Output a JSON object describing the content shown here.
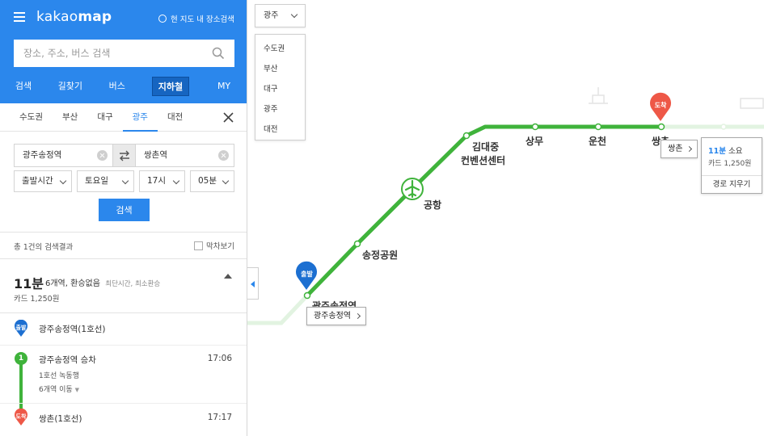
{
  "header": {
    "logo_light": "kakao",
    "logo_bold": "map",
    "current_map_search": "현 지도 내 장소검색"
  },
  "search": {
    "placeholder": "장소, 주소, 버스 검색"
  },
  "main_tabs": [
    "검색",
    "길찾기",
    "버스",
    "지하철",
    "MY"
  ],
  "region_tabs": [
    "수도권",
    "부산",
    "대구",
    "광주",
    "대전"
  ],
  "route": {
    "origin": "광주송정역",
    "destination": "쌍촌역",
    "time_type": "출발시간",
    "day": "토요일",
    "hour": "17시",
    "minute": "05분",
    "search_button": "검색"
  },
  "results": {
    "count_text": "총 1건의 검색결과",
    "map_toggle": "막차보기",
    "duration": "11분",
    "detail": "6개역, 환승없음",
    "detail_note": "최단시간, 최소환승",
    "fare": "카드 1,250원"
  },
  "steps": {
    "start_badge": "출발",
    "start_name": "광주송정역(1호선)",
    "ride_num": "1",
    "ride_title": "광주송정역 승차",
    "ride_time": "17:06",
    "ride_direction": "1호선 녹동행",
    "ride_stops": "6개역 이동",
    "end_badge": "도착",
    "end_name": "쌍촌(1호선)",
    "end_time": "17:17"
  },
  "map": {
    "city_select": "광주",
    "city_options": [
      "수도권",
      "부산",
      "대구",
      "광주",
      "대전"
    ],
    "stations": {
      "songjeong_short": "광주송정역",
      "songjeong_park": "송정공원",
      "airport": "공항",
      "kimdaejung_1": "김대중",
      "kimdaejung_2": "컨벤션센터",
      "sangmu": "상무",
      "uncheon": "운천",
      "ssangchon": "쌍촌"
    },
    "start_pin": "출발",
    "end_pin": "도착",
    "origin_tag": "광주송정역",
    "dest_tag": "쌍촌",
    "popup_time": "11분",
    "popup_time_suffix": "소요",
    "popup_fare": "카드 1,250원",
    "popup_clear": "경로 지우기"
  },
  "colors": {
    "brand": "#2b87ec",
    "line1": "#3fb33b",
    "arrival": "#ee5847"
  }
}
